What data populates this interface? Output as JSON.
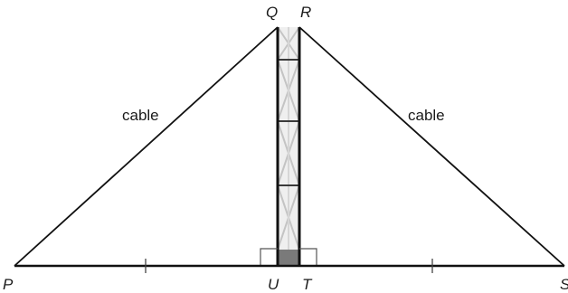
{
  "diagram": {
    "points": {
      "P": "P",
      "Q": "Q",
      "R": "R",
      "S": "S",
      "T": "T",
      "U": "U"
    },
    "cable_left_label": "cable",
    "cable_right_label": "cable"
  }
}
